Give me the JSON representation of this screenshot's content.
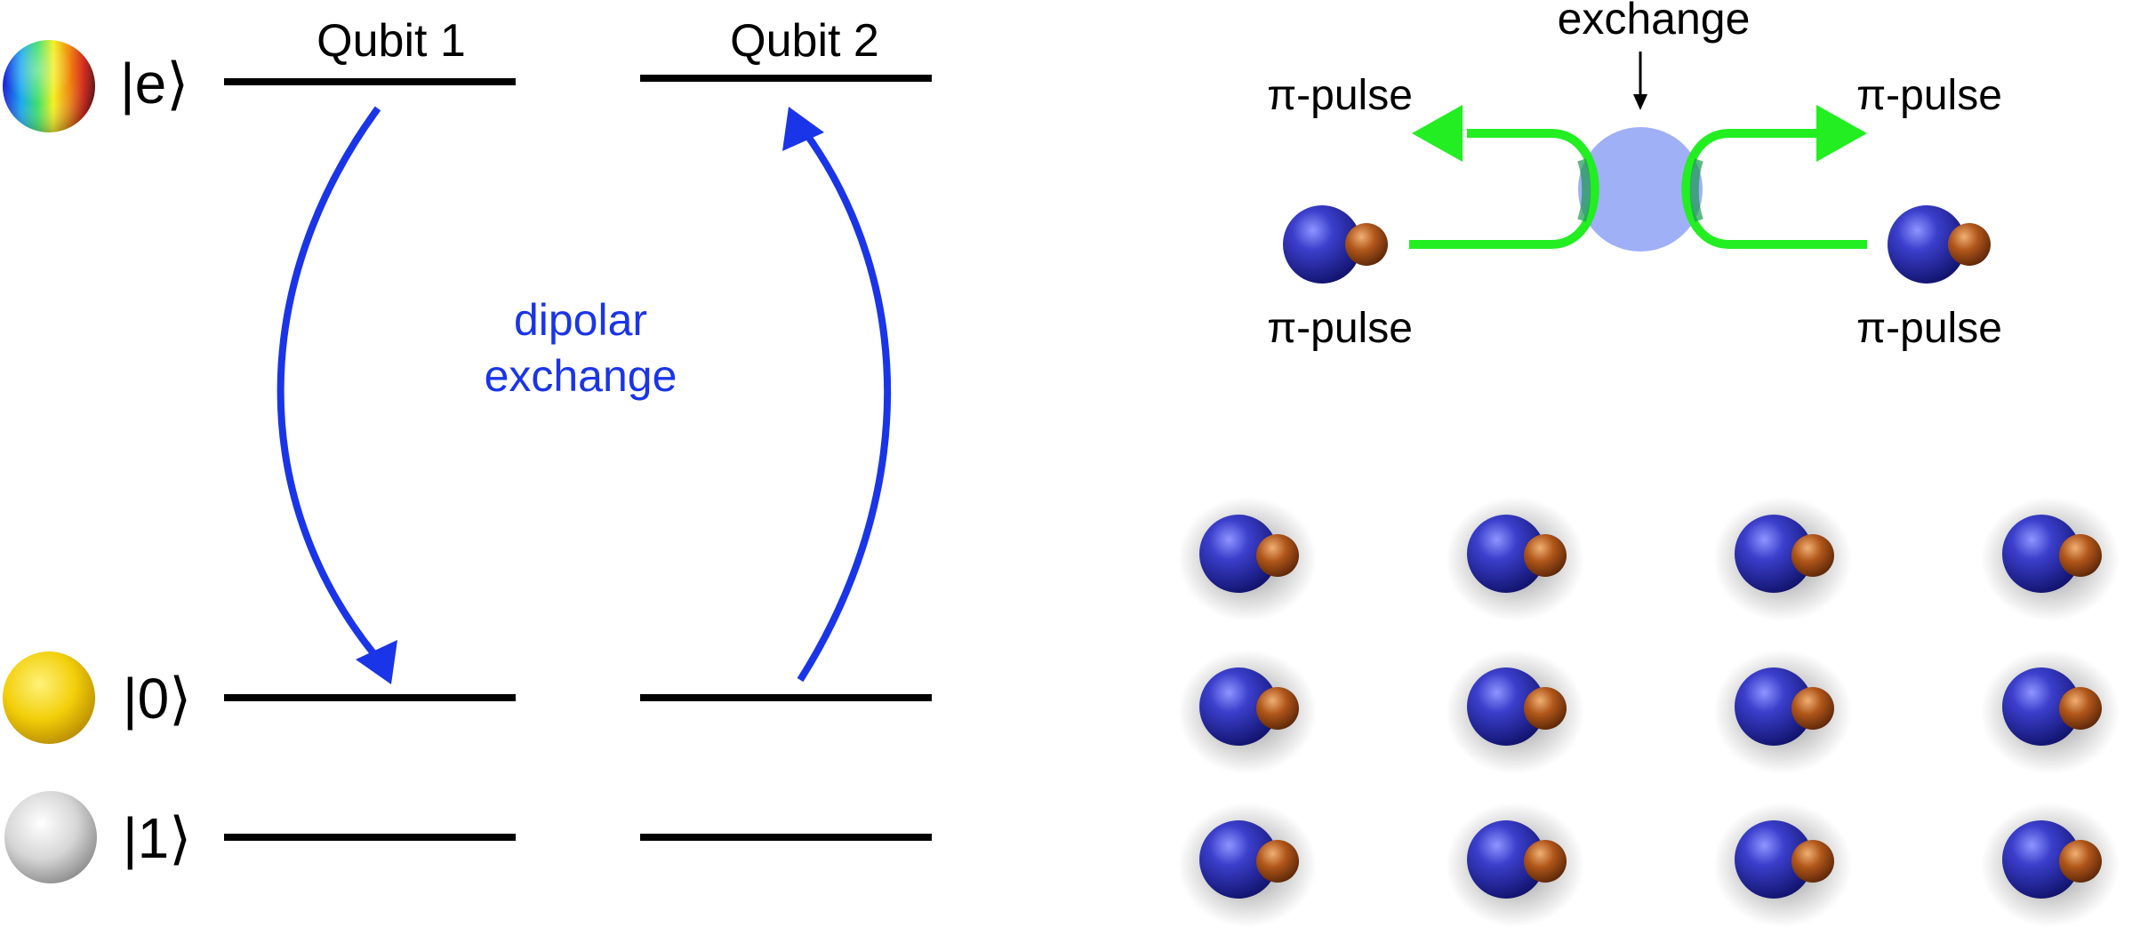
{
  "levels": [
    {
      "key": "e",
      "label": "|e⟩"
    },
    {
      "key": "0",
      "label": "|0⟩"
    },
    {
      "key": "1",
      "label": "|1⟩"
    }
  ],
  "qubits": [
    {
      "name": "Qubit 1"
    },
    {
      "name": "Qubit 2"
    }
  ],
  "dipolar_label": [
    "dipolar",
    "exchange"
  ],
  "exchange_label": "exchange",
  "pulse_labels": {
    "top_left": "π-pulse",
    "top_right": "π-pulse",
    "bottom_left": "π-pulse",
    "bottom_right": "π-pulse"
  },
  "colors": {
    "transition_arrow": "#1a35e8",
    "exchange_path": "#22ee22",
    "exchange_region": "#8fa2f5",
    "molecule_large": "#2a2fa8",
    "molecule_small": "#b0561a",
    "level_line": "#000000"
  },
  "array": {
    "rows": 3,
    "cols": 4
  }
}
